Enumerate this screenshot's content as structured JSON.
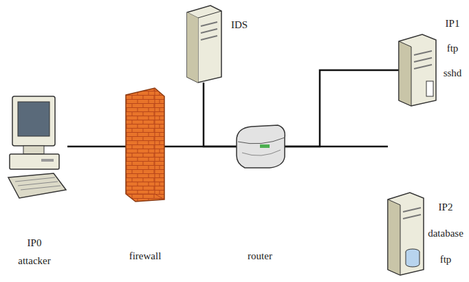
{
  "diagram": {
    "nodes": [
      {
        "text": [
          "IP0 attacker"
        ]
      },
      {
        "text": [
          "firewall"
        ]
      },
      {
        "text": [
          "IDS"
        ]
      },
      {
        "text": [
          "router"
        ]
      },
      {
        "text": [
          "IP1 ftp sshd"
        ]
      },
      {
        "text": [
          "IP2 database ftp"
        ]
      }
    ],
    "edges": [
      {
        "from": 0,
        "to": 1,
        "arrow": "none"
      },
      {
        "from": 1,
        "to": 3,
        "arrow": "none"
      },
      {
        "from": 2,
        "to": 3,
        "arrow": "none"
      },
      {
        "from": 3,
        "to": 4,
        "arrow": "none"
      },
      {
        "from": 3,
        "to": 5,
        "arrow": "none"
      }
    ]
  }
}
